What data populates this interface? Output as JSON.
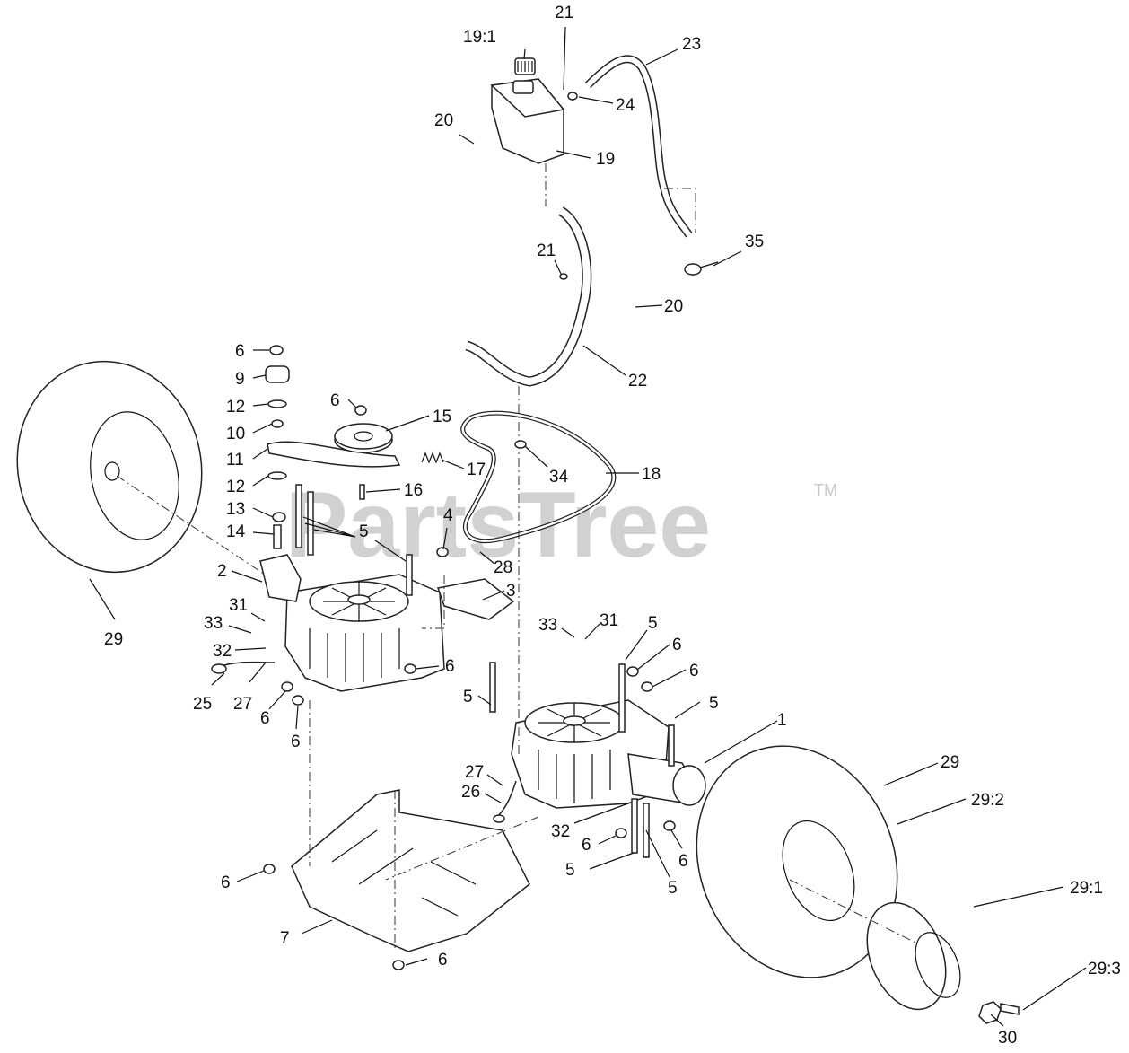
{
  "watermark": {
    "text": "PartsTree",
    "tm": "TM"
  },
  "callouts": [
    {
      "id": "c-19-1",
      "text": "19:1"
    },
    {
      "id": "c-21a",
      "text": "21"
    },
    {
      "id": "c-23",
      "text": "23"
    },
    {
      "id": "c-24",
      "text": "24"
    },
    {
      "id": "c-20a",
      "text": "20"
    },
    {
      "id": "c-19",
      "text": "19"
    },
    {
      "id": "c-35",
      "text": "35"
    },
    {
      "id": "c-21b",
      "text": "21"
    },
    {
      "id": "c-20b",
      "text": "20"
    },
    {
      "id": "c-22",
      "text": "22"
    },
    {
      "id": "c-6a",
      "text": "6"
    },
    {
      "id": "c-9",
      "text": "9"
    },
    {
      "id": "c-12a",
      "text": "12"
    },
    {
      "id": "c-6b",
      "text": "6"
    },
    {
      "id": "c-15",
      "text": "15"
    },
    {
      "id": "c-10",
      "text": "10"
    },
    {
      "id": "c-11",
      "text": "11"
    },
    {
      "id": "c-17",
      "text": "17"
    },
    {
      "id": "c-34",
      "text": "34"
    },
    {
      "id": "c-18",
      "text": "18"
    },
    {
      "id": "c-12b",
      "text": "12"
    },
    {
      "id": "c-16",
      "text": "16"
    },
    {
      "id": "c-13",
      "text": "13"
    },
    {
      "id": "c-14",
      "text": "14"
    },
    {
      "id": "c-5a",
      "text": "5"
    },
    {
      "id": "c-4",
      "text": "4"
    },
    {
      "id": "c-28",
      "text": "28"
    },
    {
      "id": "c-2",
      "text": "2"
    },
    {
      "id": "c-3",
      "text": "3"
    },
    {
      "id": "c-29a",
      "text": "29"
    },
    {
      "id": "c-31a",
      "text": "31"
    },
    {
      "id": "c-33a",
      "text": "33"
    },
    {
      "id": "c-32a",
      "text": "32"
    },
    {
      "id": "c-6c",
      "text": "6"
    },
    {
      "id": "c-25",
      "text": "25"
    },
    {
      "id": "c-27a",
      "text": "27"
    },
    {
      "id": "c-6d",
      "text": "6"
    },
    {
      "id": "c-6e",
      "text": "6"
    },
    {
      "id": "c-33b",
      "text": "33"
    },
    {
      "id": "c-31b",
      "text": "31"
    },
    {
      "id": "c-5b",
      "text": "5"
    },
    {
      "id": "c-6f",
      "text": "6"
    },
    {
      "id": "c-6g",
      "text": "6"
    },
    {
      "id": "c-5c",
      "text": "5"
    },
    {
      "id": "c-5d",
      "text": "5"
    },
    {
      "id": "c-1",
      "text": "1"
    },
    {
      "id": "c-29b",
      "text": "29"
    },
    {
      "id": "c-27b",
      "text": "27"
    },
    {
      "id": "c-26",
      "text": "26"
    },
    {
      "id": "c-29-2",
      "text": "29:2"
    },
    {
      "id": "c-32b",
      "text": "32"
    },
    {
      "id": "c-6h",
      "text": "6"
    },
    {
      "id": "c-6i",
      "text": "6"
    },
    {
      "id": "c-5e",
      "text": "5"
    },
    {
      "id": "c-5f",
      "text": "5"
    },
    {
      "id": "c-6j",
      "text": "6"
    },
    {
      "id": "c-29-1",
      "text": "29:1"
    },
    {
      "id": "c-7",
      "text": "7"
    },
    {
      "id": "c-6k",
      "text": "6"
    },
    {
      "id": "c-29-3",
      "text": "29:3"
    },
    {
      "id": "c-30",
      "text": "30"
    }
  ]
}
